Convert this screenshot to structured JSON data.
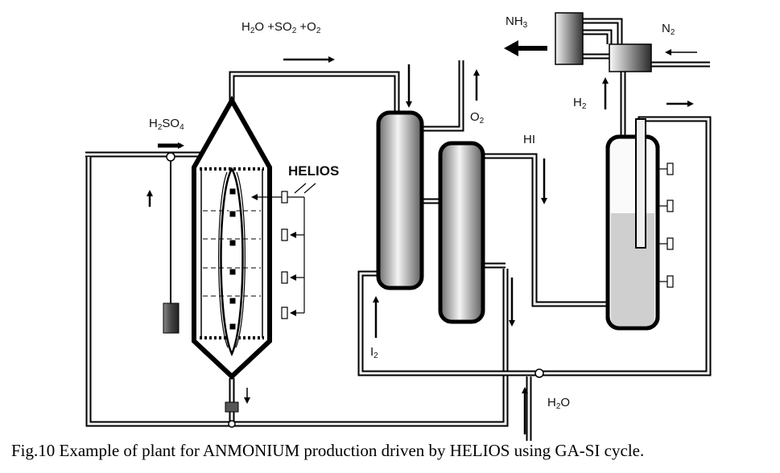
{
  "labels": {
    "feed_h2o": "H",
    "feed_h2o_sub": "2",
    "feed_o": "O +SO",
    "feed_so2_sub": "2",
    "feed_plus_o": " +O",
    "feed_o2_sub": "2",
    "h2so4_h": "H",
    "h2so4_sub2": "2",
    "h2so4_so": "SO",
    "h2so4_sub4": "4",
    "helios": "HELIOS",
    "o2": "O",
    "o2_sub": "2",
    "hi": "HI",
    "nh3": "NH",
    "nh3_sub": "3",
    "n2": "N",
    "n2_sub": "2",
    "h2": "H",
    "h2_sub": "2",
    "i2": "I",
    "i2_sub": "2",
    "h2o_bottom": "H",
    "h2o_bottom_sub": "2",
    "h2o_bottom_o": "O"
  },
  "caption": "Fig.10 Example of plant for ANMONIUM production driven by HELIOS using GA-SI cycle.",
  "colors": {
    "line": "#000000",
    "vessel_dark": "#5a5a5a",
    "vessel_light": "#f0f0f0",
    "liquid": "#cfcfcf"
  }
}
